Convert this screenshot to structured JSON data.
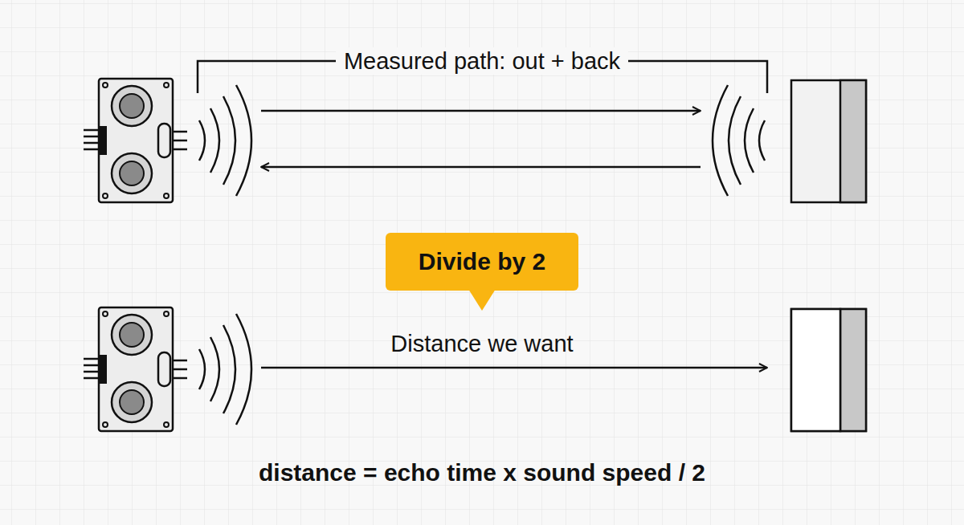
{
  "diagram": {
    "nodes": [
      {
        "text": [
          "Divide by 2"
        ]
      }
    ],
    "labels": [
      "Measured path: out + back",
      "Distance we want",
      "distance = echo time x sound speed / 2"
    ]
  }
}
